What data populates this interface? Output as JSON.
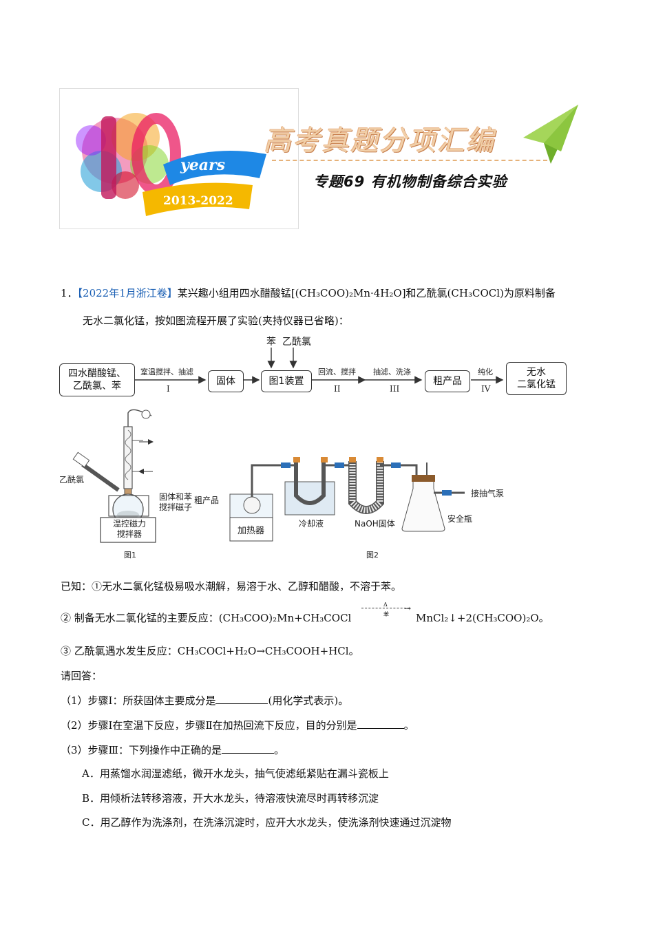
{
  "banner": {
    "title": "高考真题分项汇编",
    "subtitle": "专题69 有机物制备综合实验",
    "logo_text": "years",
    "logo_years": "2013-2022",
    "logo_number": "10"
  },
  "question": {
    "number": "1．",
    "source": "【2022年1月浙江卷】",
    "stem_line1": "某兴趣小组用四水醋酸锰[(CH₃COO)₂Mn·4H₂O]和乙酰氯(CH₃COCl)为原料制备",
    "stem_line2": "无水二氯化锰，按如图流程开展了实验(夹持仪器已省略)："
  },
  "flow": {
    "box1_line1": "四水醋酸锰、",
    "box1_line2": "乙酰氯、苯",
    "arrow1_label": "室温搅拌、抽滤",
    "arrow1_step": "I",
    "box2": "固体",
    "top_add1": "苯",
    "top_add2": "乙酰氯",
    "box3": "图1装置",
    "arrow3_label": "回流、搅拌",
    "arrow3_step": "II",
    "arrow4_label": "抽滤、洗涤",
    "arrow4_step": "III",
    "box4": "粗产品",
    "arrow5_label": "纯化",
    "arrow5_step": "IV",
    "box5_line1": "无水",
    "box5_line2": "二氯化锰"
  },
  "fig1": {
    "reagent": "乙酰氯",
    "flask_label1": "固体和苯",
    "flask_label2": "搅拌磁子",
    "stirrer_line1": "温控磁力",
    "stirrer_line2": "搅拌器",
    "caption": "图1"
  },
  "fig2": {
    "crude": "粗产品",
    "heater": "加热器",
    "coolant": "冷却液",
    "naoh": "NaOH固体",
    "pump": "接抽气泵",
    "bottle": "安全瓶",
    "caption": "图2"
  },
  "known": {
    "k1": "已知：①无水二氯化锰极易吸水潮解，易溶于水、乙醇和醋酸，不溶于苯。",
    "k2_left": "② 制备无水二氯化锰的主要反应：(CH₃COO)₂Mn+CH₃COCl",
    "k2_cond_top": "Δ",
    "k2_cond_bottom": "苯",
    "k2_right": "MnCl₂↓+2(CH₃COO)₂O。",
    "k3": "③ 乙酰氯遇水发生反应：CH₃COCl+H₂O→CH₃COOH+HCl。"
  },
  "ask": "请回答：",
  "sub_questions": {
    "q1_a": "（1）步骤Ⅰ：所获固体主要成分是",
    "q1_b": "(用化学式表示)。",
    "q2_a": "（2）步骤Ⅰ在室温下反应，步骤Ⅱ在加热回流下反应，目的分别是",
    "q2_b": "。",
    "q3_a": "（3）步骤Ⅲ：下列操作中正确的是",
    "q3_b": "。"
  },
  "options": {
    "A": "A．用蒸馏水润湿滤纸，微开水龙头，抽气使滤纸紧贴在漏斗瓷板上",
    "B": "B．用倾析法转移溶液，开大水龙头，待溶液快流尽时再转移沉淀",
    "C": "C．用乙醇作为洗涤剂，在洗涤沉淀时，应开大水龙头，使洗涤剂快速通过沉淀物"
  },
  "colors": {
    "source": "#1a5fb4",
    "banner_title": "#f1cfa8",
    "plane": "#8cc63f"
  }
}
